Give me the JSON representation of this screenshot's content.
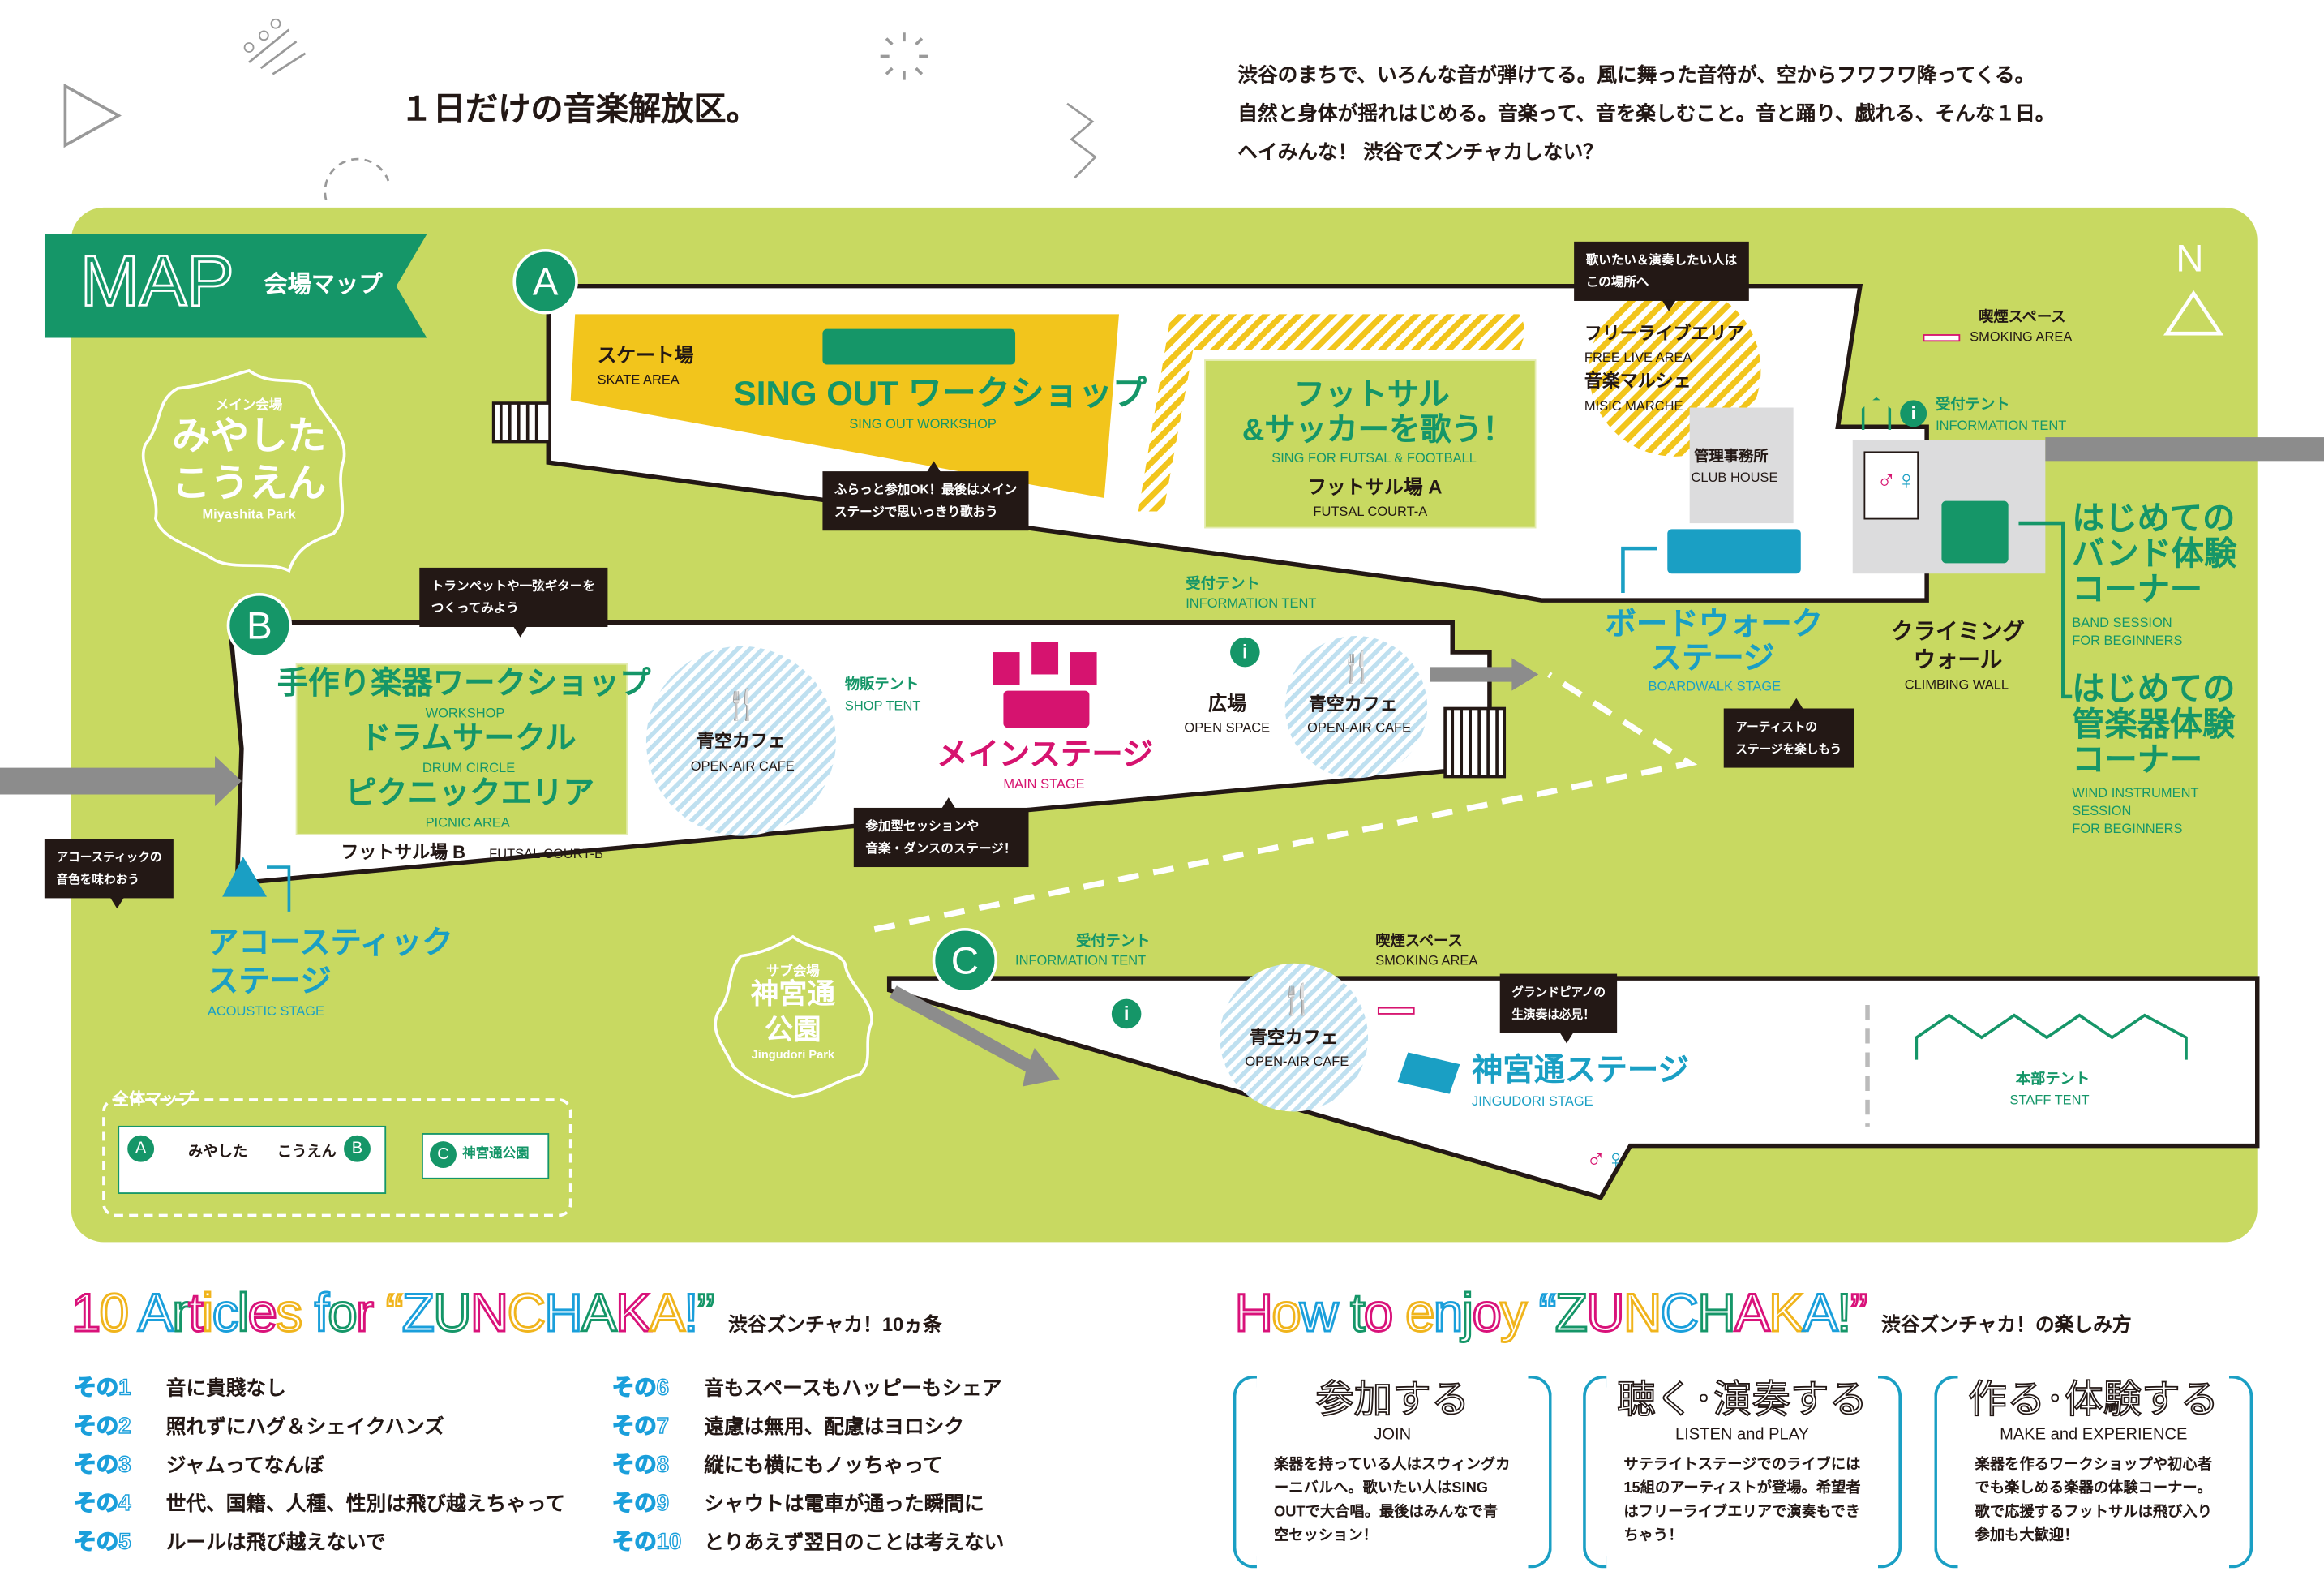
{
  "header": {
    "title": "１日だけの音楽解放区。",
    "intro": [
      "渋谷のまちで、いろんな音が弾けてる。風に舞った音符が、空からフワフワ降ってくる。",
      "自然と身体が揺れはじめる。音楽って、音を楽しむこと。音と踊り、戯れる、そんな１日。",
      "ヘイみんな！ 渋谷でズンチャカしない？"
    ]
  },
  "colors": {
    "map_green": "#c8d961",
    "brand_green": "#159668",
    "blue": "#1a9fc4",
    "magenta": "#d6136f",
    "yellow": "#f2c51c",
    "title_cycle": [
      "#d9127a",
      "#f0b41c",
      "#1a9fdb",
      "#159668"
    ]
  },
  "map": {
    "banner_title": "MAP",
    "banner_sub": "会場マップ",
    "north": "N",
    "markers": {
      "a": "A",
      "b": "B",
      "c": "C"
    },
    "main_venue": {
      "label": "メイン会場",
      "name1": "みやした",
      "name2": "こうえん",
      "en": "Miyashita Park"
    },
    "sub_venue": {
      "label": "サブ会場",
      "name1": "神宮通",
      "name2": "公園",
      "en": "Jingudori Park"
    },
    "skate": {
      "ja": "スケート場",
      "en": "SKATE AREA"
    },
    "singout": {
      "ja": "SING OUT ワークショップ",
      "en": "SING OUT WORKSHOP"
    },
    "futsal_song": {
      "ja1": "フットサル",
      "ja2": "&サッカーを歌う！",
      "en": "SING FOR FUTSAL & FOOTBALL"
    },
    "court_a": {
      "ja": "フットサル場 A",
      "en": "FUTSAL COURT-A"
    },
    "free_live": {
      "ja": "フリーライブエリア",
      "en": "FREE LIVE AREA"
    },
    "marche": {
      "ja": "音楽マルシェ",
      "en": "MISIC MARCHE"
    },
    "club_house": {
      "ja": "管理事務所",
      "en": "CLUB HOUSE"
    },
    "smoking_1": {
      "ja": "喫煙スペース",
      "en": "SMOKING AREA"
    },
    "smoking_2": {
      "ja": "喫煙スペース",
      "en": "SMOKING AREA"
    },
    "info_1": {
      "ja": "受付テント",
      "en": "INFORMATION TENT"
    },
    "info_2": {
      "ja": "受付テント",
      "en": "INFORMATION TENT"
    },
    "info_3": {
      "ja": "受付テント",
      "en": "INFORMATION TENT"
    },
    "band": {
      "ja1": "はじめての",
      "ja2": "バンド体験",
      "ja3": "コーナー",
      "en1": "BAND SESSION",
      "en2": "FOR BEGINNERS"
    },
    "wind": {
      "ja1": "はじめての",
      "ja2": "管楽器体験",
      "ja3": "コーナー",
      "en1": "WIND INSTRUMENT",
      "en2": "SESSION",
      "en3": "FOR BEGINNERS"
    },
    "climbing": {
      "ja1": "クライミング",
      "ja2": "ウォール",
      "en": "CLIMBING WALL"
    },
    "boardwalk": {
      "ja1": "ボードウォーク",
      "ja2": "ステージ",
      "en": "BOARDWALK STAGE"
    },
    "open_space": {
      "ja": "広場",
      "en": "OPEN SPACE"
    },
    "cafe_1": {
      "ja": "青空カフェ",
      "en": "OPEN-AIR CAFE"
    },
    "cafe_2": {
      "ja": "青空カフェ",
      "en": "OPEN-AIR CAFE"
    },
    "cafe_3": {
      "ja": "青空カフェ",
      "en": "OPEN-AIR CAFE"
    },
    "main_stage": {
      "ja": "メインステージ",
      "en": "MAIN STAGE"
    },
    "shop_tent": {
      "ja": "物販テント",
      "en": "SHOP TENT"
    },
    "workshop": {
      "ja": "手作り楽器ワークショップ",
      "en": "WORKSHOP"
    },
    "drum": {
      "ja": "ドラムサークル",
      "en": "DRUM CIRCLE"
    },
    "picnic": {
      "ja": "ピクニックエリア",
      "en": "PICNIC AREA"
    },
    "court_b": {
      "ja": "フットサル場 B",
      "en": "FUTSAL COURT-B"
    },
    "acoustic": {
      "ja1": "アコースティック",
      "ja2": "ステージ",
      "en": "ACOUSTIC STAGE"
    },
    "jingudori_stage": {
      "ja": "神宮通ステージ",
      "en": "JINGUDORI STAGE"
    },
    "staff_tent": {
      "ja": "本部テント",
      "en": "STAFF TENT"
    },
    "bubbles": {
      "free_live": [
        "歌いたい＆演奏したい人は",
        "この場所へ"
      ],
      "singout": [
        "ふらっと参加OK！最後はメイン",
        "ステージで思いっきり歌おう"
      ],
      "workshop": [
        "トランペットや一弦ギターを",
        "つくってみよう"
      ],
      "acoustic": [
        "アコースティックの",
        "音色を味わおう"
      ],
      "main": [
        "参加型セッションや",
        "音楽・ダンスのステージ！"
      ],
      "boardwalk": [
        "アーティストの",
        "ステージを楽しもう"
      ],
      "piano": [
        "グランドピアノの",
        "生演奏は必見！"
      ]
    },
    "overview": {
      "title": "全体マップ",
      "a": "A",
      "b": "B",
      "c": "C",
      "miyashita1": "みやした",
      "miyashita2": "こうえん",
      "jingu": "神宮通公園"
    }
  },
  "articles": {
    "title": "10 Articles for “ZUNCHAKA!”",
    "subtitle": "渋谷ズンチャカ！10ヵ条",
    "items": [
      {
        "num": "その1",
        "text": "音に貴賤なし"
      },
      {
        "num": "その2",
        "text": "照れずにハグ＆シェイクハンズ"
      },
      {
        "num": "その3",
        "text": "ジャムってなんぼ"
      },
      {
        "num": "その4",
        "text": "世代、国籍、人種、性別は飛び越えちゃって"
      },
      {
        "num": "その5",
        "text": "ルールは飛び越えないで"
      },
      {
        "num": "その6",
        "text": "音もスペースもハッピーもシェア"
      },
      {
        "num": "その7",
        "text": "遠慮は無用、配慮はヨロシク"
      },
      {
        "num": "その8",
        "text": "縦にも横にもノッちゃって"
      },
      {
        "num": "その9",
        "text": "シャウトは電車が通った瞬間に"
      },
      {
        "num": "その10",
        "text": "とりあえず翌日のことは考えない"
      }
    ]
  },
  "howto": {
    "title": "How to enjoy “ZUNCHAKA!”",
    "subtitle": "渋谷ズンチャカ！の楽しみ方",
    "cards": [
      {
        "heading": "参加する",
        "sub": "JOIN",
        "desc": "楽器を持っている人はスウィングカーニバルへ。歌いたい人はSING OUTで大合唱。最後はみんなで青空セッション！"
      },
      {
        "heading": "聴く･演奏する",
        "sub": "LISTEN and PLAY",
        "desc": "サテライトステージでのライブには15組のアーティストが登場。希望者はフリーライブエリアで演奏もできちゃう！"
      },
      {
        "heading": "作る･体験する",
        "sub": "MAKE and EXPERIENCE",
        "desc": "楽器を作るワークショップや初心者でも楽しめる楽器の体験コーナー。歌で応援するフットサルは飛び入り参加も大歓迎！"
      }
    ]
  }
}
